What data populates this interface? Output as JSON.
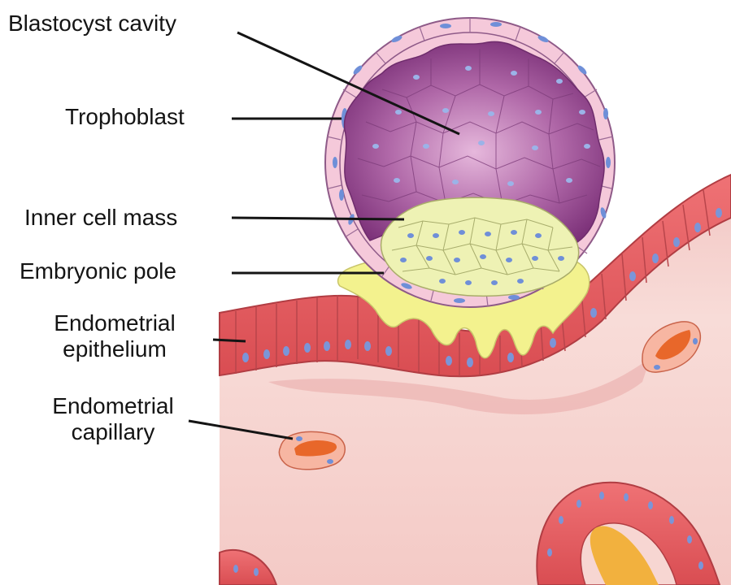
{
  "labels": {
    "blastocyst_cavity": "Blastocyst cavity",
    "trophoblast": "Trophoblast",
    "inner_cell_mass": "Inner cell mass",
    "embryonic_pole": "Embryonic pole",
    "endometrial_epithelium": [
      "Endometrial",
      "epithelium"
    ],
    "endometrial_capillary": [
      "Endometrial",
      "capillary"
    ]
  },
  "colors": {
    "cavity_purple": "#8e3f8a",
    "trophoblast_pink": "#f3c9d9",
    "inner_cell_mass_yellow": "#eef2b4",
    "embryonic_pole_yellow": "#f4f59c",
    "epithelium_red": "#e2595c",
    "stroma_pink": "#f6d0cc",
    "capillary_orange": "#e8672a",
    "nucleus_blue": "#6f8fd8",
    "leader_line": "#141414"
  }
}
